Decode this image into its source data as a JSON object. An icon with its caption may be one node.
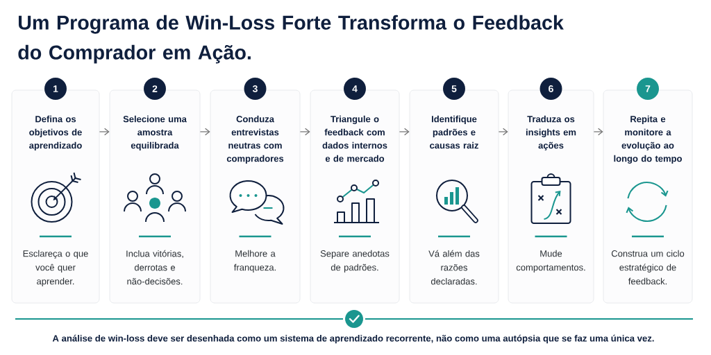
{
  "diagram": {
    "title": "Um Programa de Win-Loss Forte Transforma o Feedback do Comprador em Ação.",
    "nodes": [
      {
        "text": [
          "1"
        ]
      },
      {
        "text": [
          "Defina os objetivos de aprendizado",
          "Esclareça o que você quer aprender."
        ]
      },
      {
        "text": [
          "2"
        ]
      },
      {
        "text": [
          "Selecione uma amostra equilibrada",
          "Inclua vitórias, derrotas e não-decisões."
        ]
      },
      {
        "text": [
          "3"
        ]
      },
      {
        "text": [
          "Conduza entrevistas neutras com compradores",
          "Melhore a franqueza."
        ]
      },
      {
        "text": [
          "4"
        ]
      },
      {
        "text": [
          "Triangule o feedback com dados internos e de mercado",
          "Separe anedotas de padrões."
        ]
      },
      {
        "text": [
          "5"
        ]
      },
      {
        "text": [
          "Identifique padrões e causas raiz",
          "Vá além das razões declaradas."
        ]
      },
      {
        "text": [
          "6"
        ]
      },
      {
        "text": [
          "Traduza os insights em ações",
          "Mude comportamentos."
        ]
      },
      {
        "text": [
          "7"
        ]
      },
      {
        "text": [
          "Repita e monitore a evolução ao longo do tempo",
          "Construa um ciclo estratégico de feedback."
        ]
      }
    ],
    "edges": [
      {
        "from": 1,
        "to": 3,
        "arrow": "to"
      },
      {
        "from": 3,
        "to": 5,
        "arrow": "to"
      },
      {
        "from": 5,
        "to": 7,
        "arrow": "to"
      },
      {
        "from": 7,
        "to": 9,
        "arrow": "to"
      },
      {
        "from": 9,
        "to": 11,
        "arrow": "to"
      },
      {
        "from": 11,
        "to": 13,
        "arrow": "to"
      }
    ],
    "caption": "A análise de win-loss deve ser desenhada como um sistema de aprendizado recorrente, não como uma autópsia que se faz uma única vez."
  }
}
